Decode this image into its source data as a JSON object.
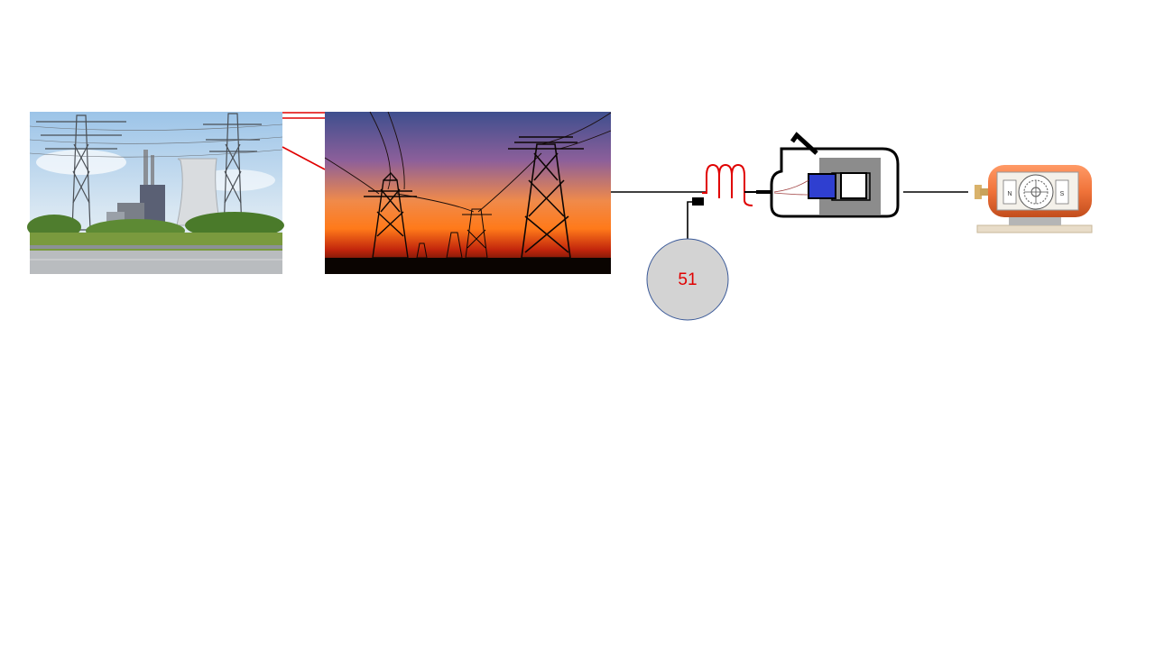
{
  "relay": {
    "label": "51"
  },
  "colors": {
    "relay_fill": "#d3d3d3",
    "relay_stroke": "#3b5a99",
    "relay_text": "#e00000",
    "coil": "#e00000",
    "feeder_lines": "#e00000",
    "bus_line": "#000000",
    "breaker_solenoid": "#2f3fd0",
    "motor_body": "#f0733a"
  },
  "icons": [
    "power-plant-photo",
    "transmission-towers-photo",
    "current-transformer-coil-icon",
    "circuit-breaker-icon",
    "electric-motor-icon"
  ]
}
